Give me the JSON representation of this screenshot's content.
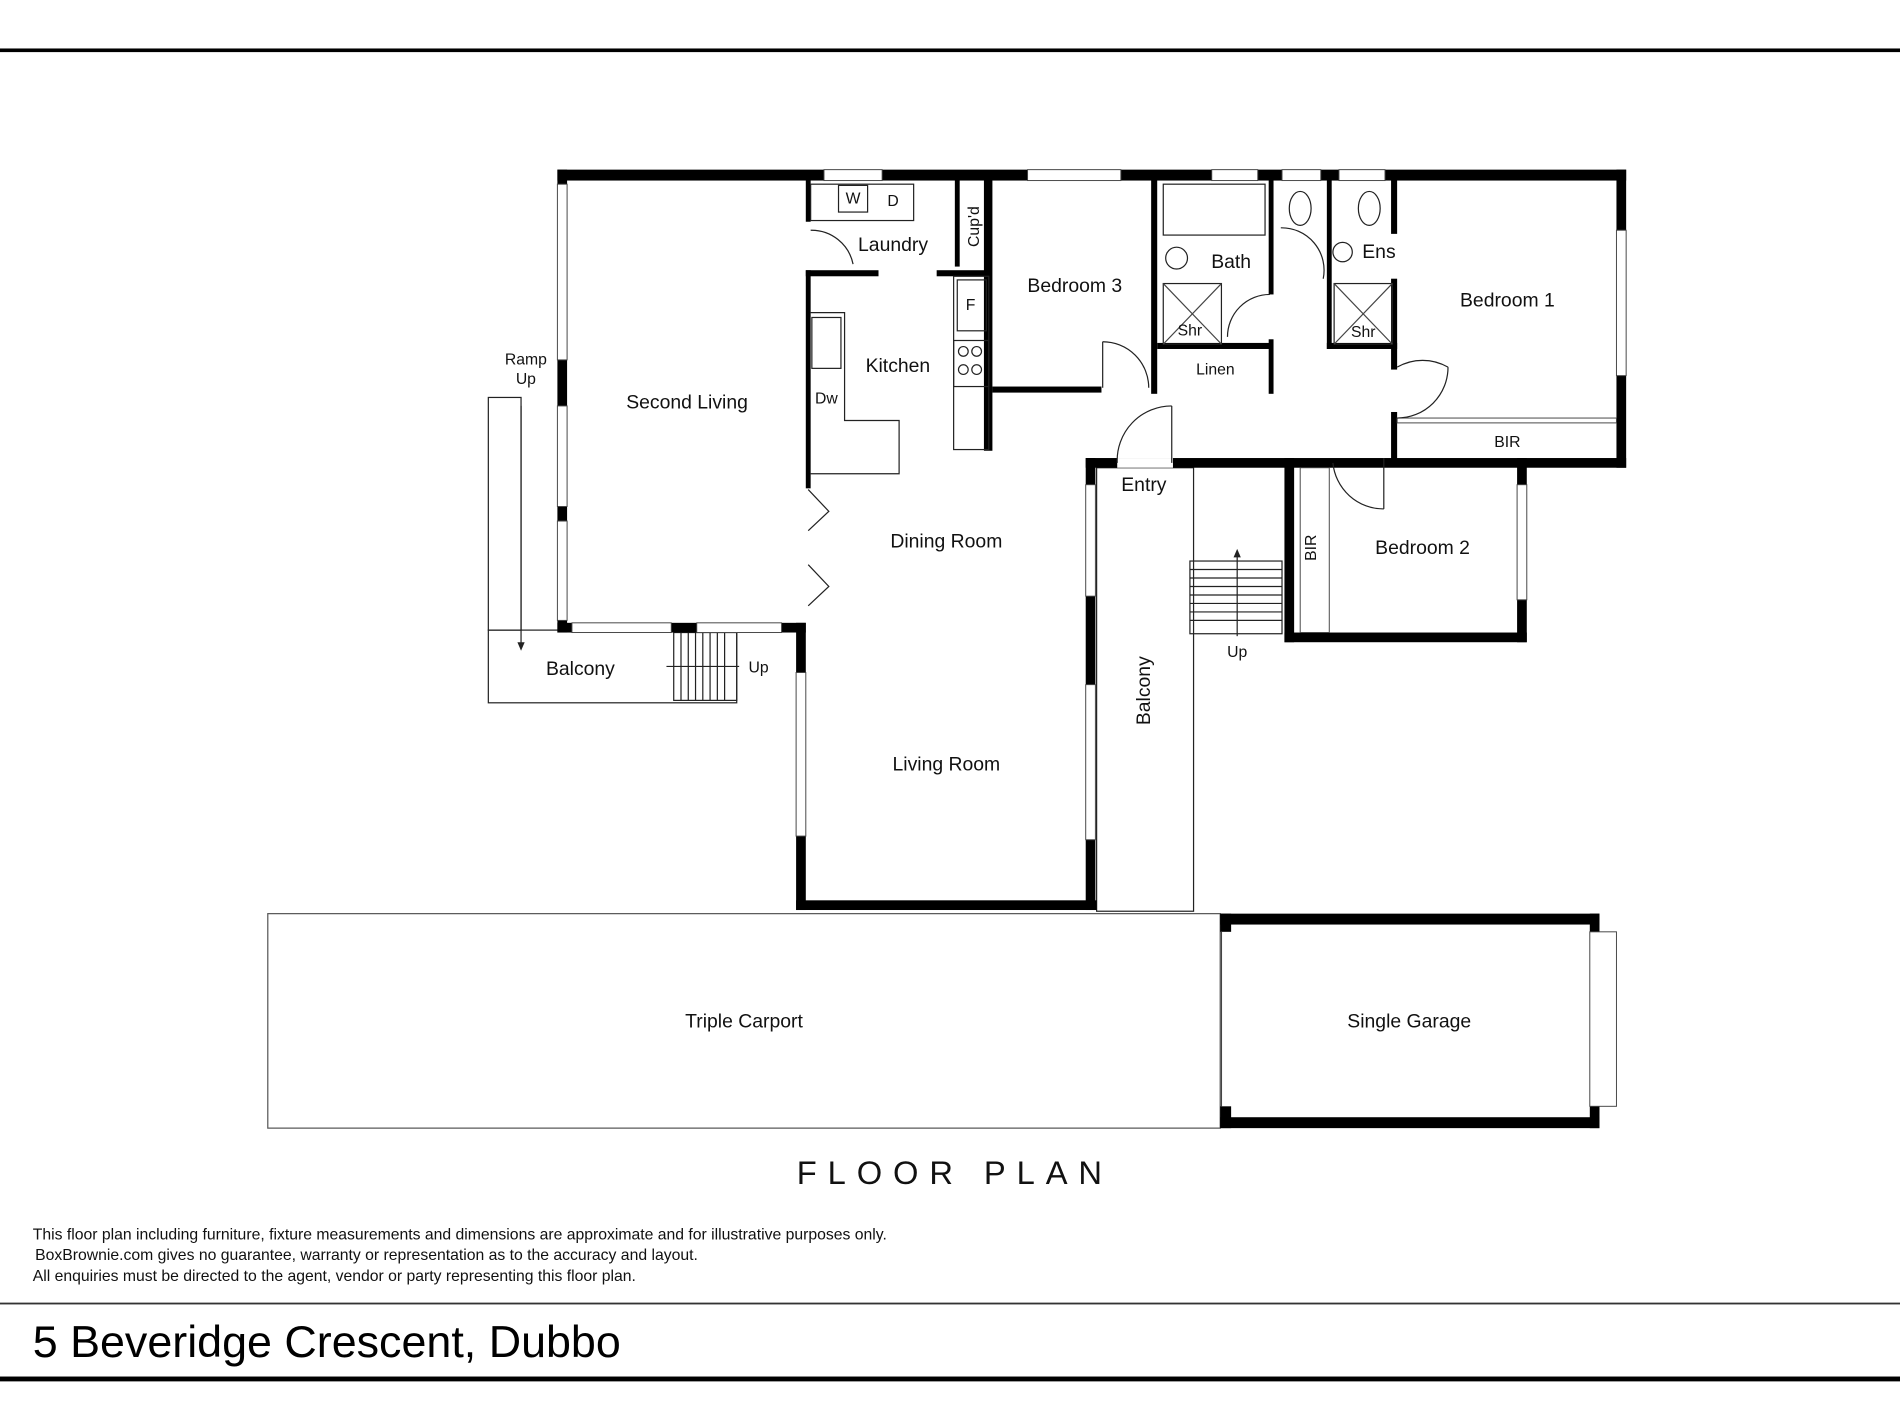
{
  "plan": {
    "title": "FLOOR PLAN",
    "rooms": {
      "second_living": "Second Living",
      "laundry": "Laundry",
      "cupd": "Cup'd",
      "kitchen": "Kitchen",
      "bedroom3": "Bedroom 3",
      "bath": "Bath",
      "ens": "Ens",
      "bedroom1": "Bedroom 1",
      "linen": "Linen",
      "bir1": "BIR",
      "bir2": "BIR",
      "entry": "Entry",
      "dining": "Dining Room",
      "living": "Living Room",
      "bedroom2": "Bedroom 2",
      "balcony_left": "Balcony",
      "balcony_right": "Balcony",
      "carport": "Triple Carport",
      "garage": "Single Garage"
    },
    "fixtures": {
      "washer": "W",
      "dryer": "D",
      "fridge": "F",
      "dishwasher": "Dw",
      "shower_bath": "Shr",
      "shower_ens": "Shr"
    },
    "annotations": {
      "ramp": "Ramp",
      "ramp_up": "Up",
      "stairs_left_up": "Up",
      "stairs_right_up": "Up"
    }
  },
  "disclaimer": [
    "This floor plan including furniture, fixture measurements and dimensions are approximate and for illustrative purposes only.",
    "BoxBrownie.com gives no guarantee, warranty or representation as to the accuracy and layout.",
    "All enquiries must be directed to the agent, vendor or party representing this floor plan."
  ],
  "address": "5 Beveridge Crescent, Dubbo"
}
